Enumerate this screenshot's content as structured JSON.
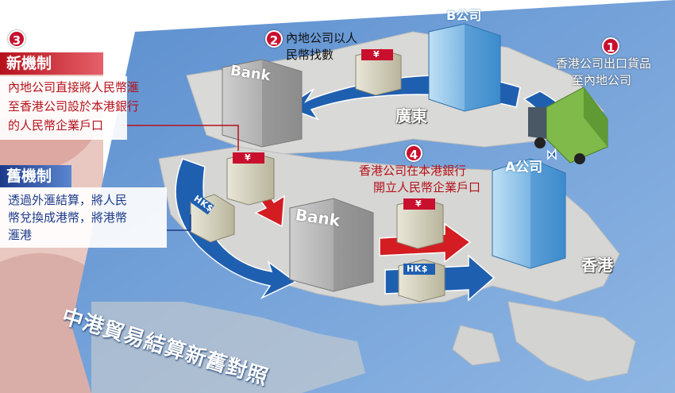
{
  "title": "中港貿易結算新舊對照",
  "steps": [
    {
      "num": "1",
      "text": [
        "香港公司出口貨品",
        "至內地公司"
      ]
    },
    {
      "num": "2",
      "text": [
        "內地公司以人",
        "民幣找數"
      ]
    },
    {
      "num": "3",
      "text": []
    },
    {
      "num": "4",
      "text": [
        "香港公司在本港銀行",
        "開立人民幣企業戶口"
      ]
    }
  ],
  "new_mechanism": {
    "heading": "新機制",
    "lines": [
      "內地公司直接將人民幣滙",
      "至香港公司設於本港銀行",
      "的人民幣企業戶口"
    ]
  },
  "old_mechanism": {
    "heading": "舊機制",
    "lines": [
      "透過外滙結算，將人民",
      "幣兌換成港幣，將港幣",
      "滙港"
    ]
  },
  "regions": {
    "guangdong": "廣東",
    "hongkong": "香港"
  },
  "buildings": {
    "company_b": "B公司",
    "company_a": "A公司",
    "bank_top": "Bank",
    "bank_bottom": "Bank"
  },
  "money_tags": {
    "rmb": "¥",
    "hkd": "HK$"
  },
  "colors": {
    "red": "#c8102e",
    "blue": "#1f5fb0",
    "sea": "#6fa0d6",
    "land": "#d7d7d5"
  }
}
